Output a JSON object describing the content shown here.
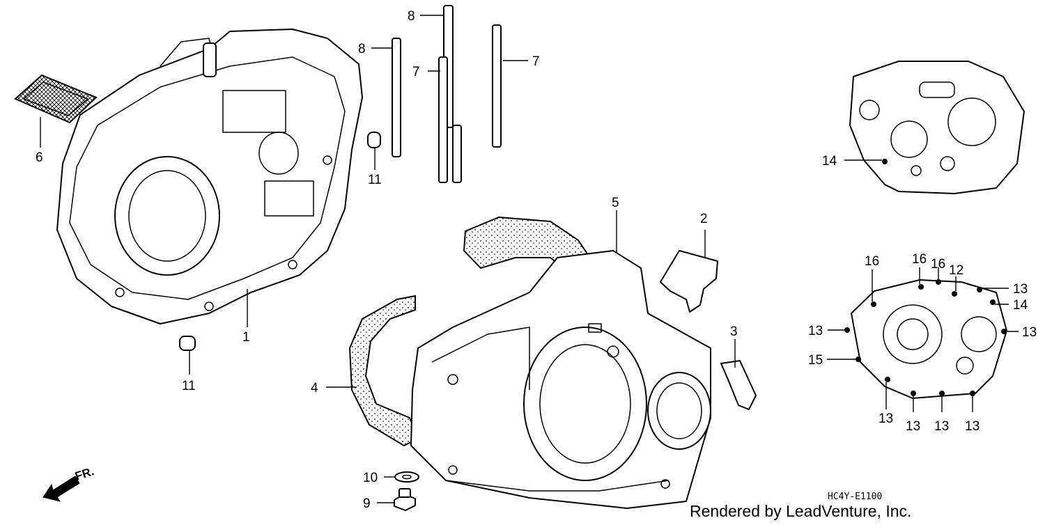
{
  "diagram": {
    "code_label": "HC4Y-E1100",
    "credit": "Rendered by LeadVenture, Inc.",
    "front_marker": {
      "label": "FR.",
      "icon": "front-direction-arrow-icon"
    },
    "callouts": [
      "1",
      "2",
      "3",
      "4",
      "5",
      "6",
      "7",
      "7",
      "8",
      "8",
      "9",
      "10",
      "11",
      "11",
      "12",
      "13",
      "13",
      "13",
      "13",
      "13",
      "13",
      "13",
      "14",
      "14",
      "15",
      "16",
      "16",
      "16"
    ]
  }
}
